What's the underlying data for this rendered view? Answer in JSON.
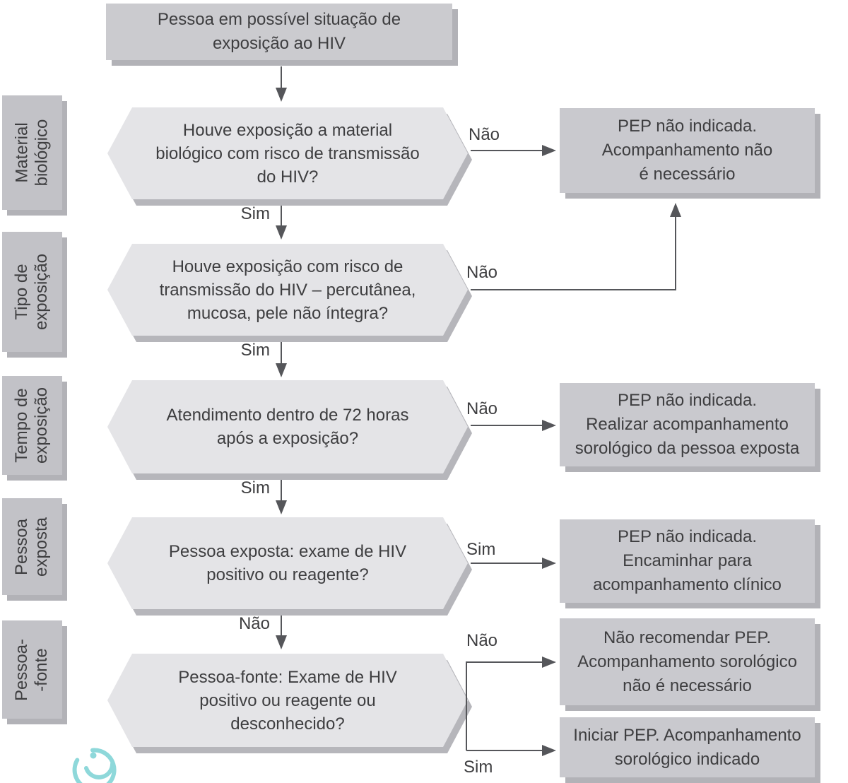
{
  "colors": {
    "hexagon_fill": "#e4e4e7",
    "result_box_fill": "#c9c9ce",
    "start_box_fill": "#cbcbcf",
    "stage_box_fill": "#c2c2c7",
    "shadow": "#b2b2b7",
    "arrow": "#55565a",
    "text": "#3e3e40",
    "logo_teal": "#8ed8da"
  },
  "start": {
    "text": "Pessoa em possível situação de\nexposição ao HIV"
  },
  "stages": [
    {
      "label": "Material\nbiológico"
    },
    {
      "label": "Tipo de\nexposição"
    },
    {
      "label": "Tempo de\nexposição"
    },
    {
      "label": "Pessoa\nexposta"
    },
    {
      "label": "Pessoa-\n-fonte"
    }
  ],
  "decisions": [
    {
      "question": "Houve exposição a material\nbiológico com risco de transmissão\ndo HIV?",
      "yes_label": "Sim",
      "no_label": "Não"
    },
    {
      "question": "Houve exposição com risco de\ntransmissão do HIV – percutânea,\nmucosa, pele não íntegra?",
      "yes_label": "Sim",
      "no_label": "Não"
    },
    {
      "question": "Atendimento dentro de 72 horas\napós a exposição?",
      "yes_label": "Sim",
      "no_label": "Não"
    },
    {
      "question": "Pessoa exposta: exame de HIV\npositivo ou reagente?",
      "yes_label": "Sim",
      "no_label": "Não"
    },
    {
      "question": "Pessoa-fonte: Exame de HIV\npositivo ou reagente ou\ndesconhecido?",
      "yes_label": "Sim",
      "no_label": "Não"
    }
  ],
  "outcomes": [
    {
      "text": "PEP não indicada.\nAcompanhamento não\né necessário"
    },
    {
      "text": "PEP não indicada.\nRealizar acompanhamento\nsorológico da pessoa exposta"
    },
    {
      "text": "PEP não indicada.\nEncaminhar para\nacompanhamento clínico"
    },
    {
      "text": "Não recomendar PEP.\nAcompanhamento sorológico\nnão é necessário"
    },
    {
      "text": "Iniciar PEP. Acompanhamento\nsorológico indicado"
    }
  ]
}
